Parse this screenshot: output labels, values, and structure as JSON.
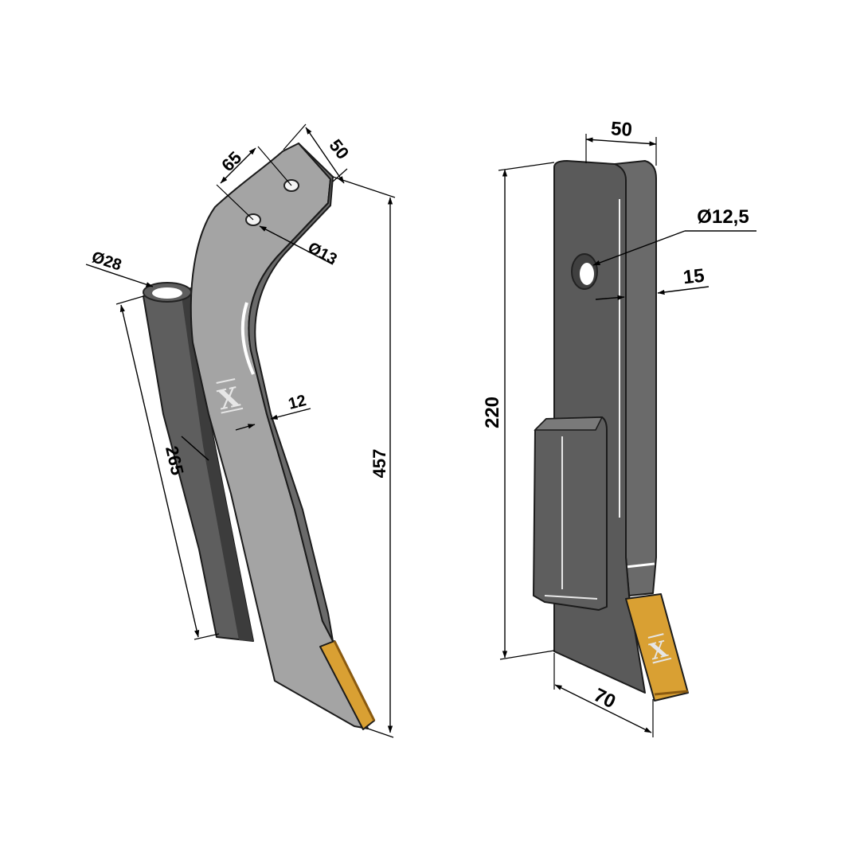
{
  "colors": {
    "steel_light": "#a4a4a4",
    "steel_mid": "#7a7a7a",
    "steel_dark": "#5e5e5e",
    "steel_darker": "#3c3c3c",
    "carbide_tip": "#d9a033",
    "logo": "#e6e6e6"
  },
  "left_view": {
    "dimensions": {
      "hole_spacing": "65",
      "width_top": "50",
      "hole_diameter": "Ø13",
      "tube_diameter": "Ø28",
      "thickness": "12",
      "tube_length": "265",
      "total_height": "457"
    },
    "logo_icon": "x-logo-icon"
  },
  "right_view": {
    "dimensions": {
      "width_top": "50",
      "hole_diameter": "Ø12,5",
      "thickness": "15",
      "height": "220",
      "width_bottom": "70"
    },
    "logo_icon": "x-logo-icon"
  }
}
